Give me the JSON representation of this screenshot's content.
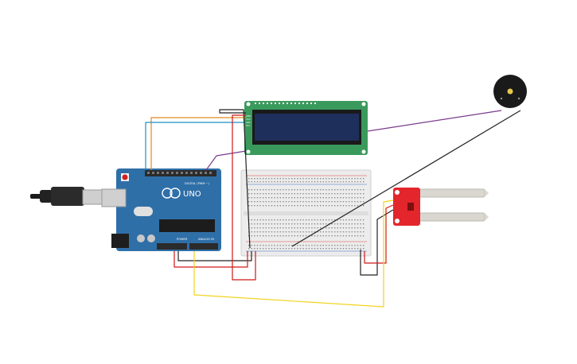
{
  "arduino": {
    "brand": "UNO",
    "digital_label": "DIGITAL (PWM ~)",
    "power_label": "POWER",
    "analog_label": "ANALOG IN",
    "board_color": "#2f6fa8",
    "header_color": "#2b2b2b"
  },
  "lcd": {
    "pcb_color": "#3a9a5c",
    "screen_color": "#1f2f5c",
    "pin_labels": [
      "GND",
      "VCC",
      "SDA",
      "SCL"
    ]
  },
  "sensor": {
    "pcb_color": "#e3252c",
    "probe_color": "#d9d7d0"
  },
  "buzzer": {
    "body_color": "#1a1a1a"
  },
  "wires": {
    "orange": "#e08a1e",
    "blue": "#1f8fc0",
    "purple": "#7b3b8c",
    "black": "#222222",
    "red": "#d01818",
    "yellow": "#f2d31a"
  }
}
